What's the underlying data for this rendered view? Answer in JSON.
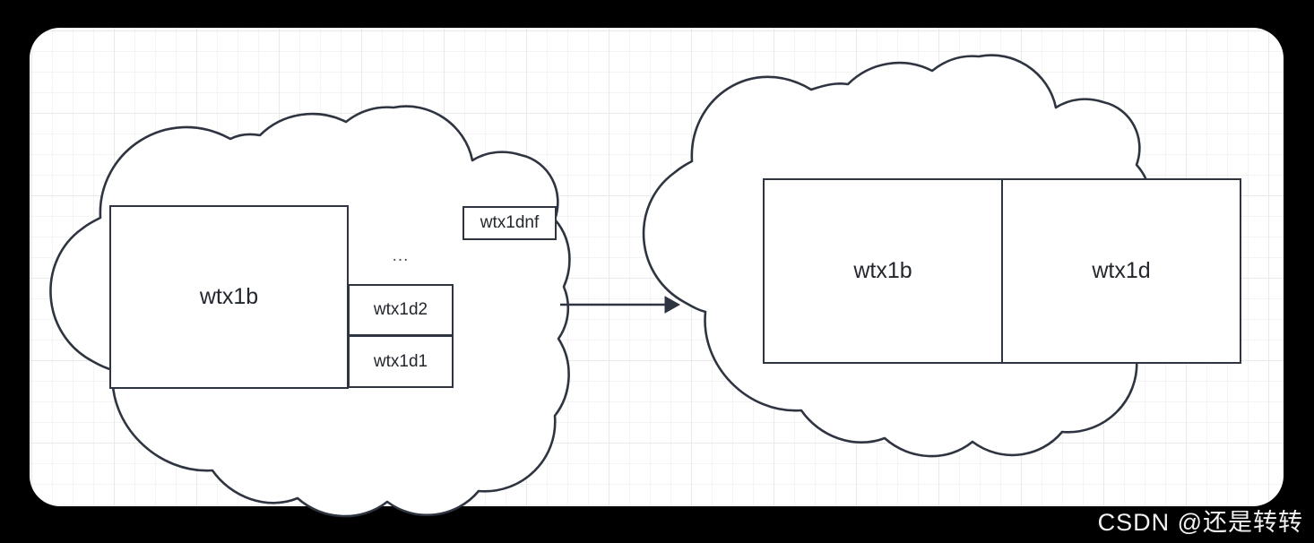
{
  "canvas": {
    "background_color": "#ffffff",
    "page_background_color": "#000000",
    "grid_minor_color": "#f4f4f4",
    "grid_major_color": "#e9e9e9",
    "stroke_color": "#2e3440"
  },
  "left_cloud": {
    "name": "left-cloud",
    "main_box_label": "wtx1b",
    "ellipsis_label": "...",
    "stacked_boxes": [
      {
        "label": "wtx1d2"
      },
      {
        "label": "wtx1d1"
      }
    ],
    "top_box_label": "wtx1dnf"
  },
  "connector": {
    "type": "arrow",
    "direction": "right"
  },
  "right_cloud": {
    "name": "right-cloud",
    "cells": [
      {
        "label": "wtx1b"
      },
      {
        "label": "wtx1d"
      }
    ]
  },
  "watermark": {
    "text": "CSDN @还是转转"
  }
}
